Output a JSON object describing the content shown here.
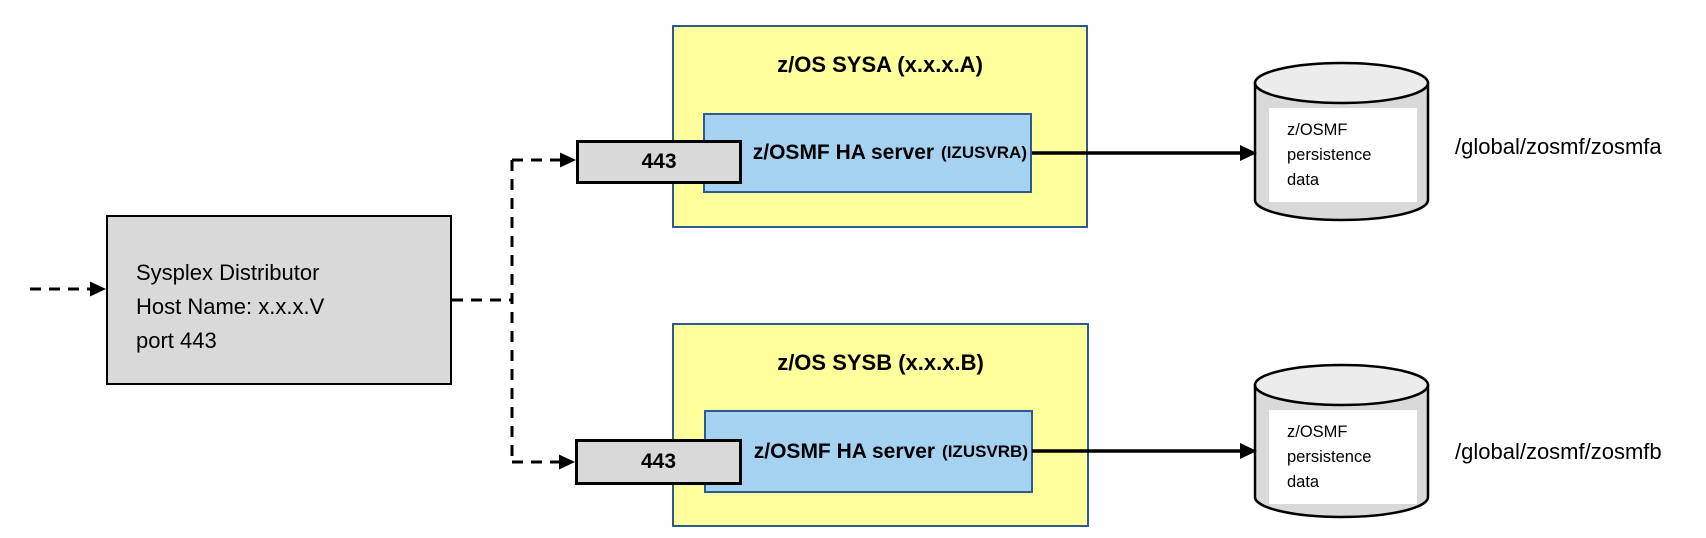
{
  "distributor": {
    "lines": [
      "Sysplex Distributor",
      "Host Name: x.x.x.V",
      "port 443"
    ]
  },
  "systems": [
    {
      "title": "z/OS SYSA (x.x.x.A)",
      "port": "443",
      "server": "z/OSMF HA server",
      "instance": "(IZUSVRA)",
      "storage_lines": [
        "z/OSMF",
        "persistence",
        "data"
      ],
      "path": "/global/zosmf/zosmfa"
    },
    {
      "title": "z/OS SYSB (x.x.x.B)",
      "port": "443",
      "server": "z/OSMF HA server",
      "instance": "(IZUSVRB)",
      "storage_lines": [
        "z/OSMF",
        "persistence",
        "data"
      ],
      "path": "/global/zosmf/zosmfb"
    }
  ],
  "colors": {
    "system_fill": "#ffff9c",
    "system_border": "#2e5a94",
    "server_fill": "#a6d2f2",
    "gray_fill": "#d9d9d9",
    "cylinder_body": "#d9d9d9",
    "cylinder_top": "#ececec",
    "line_color": "#000000"
  }
}
